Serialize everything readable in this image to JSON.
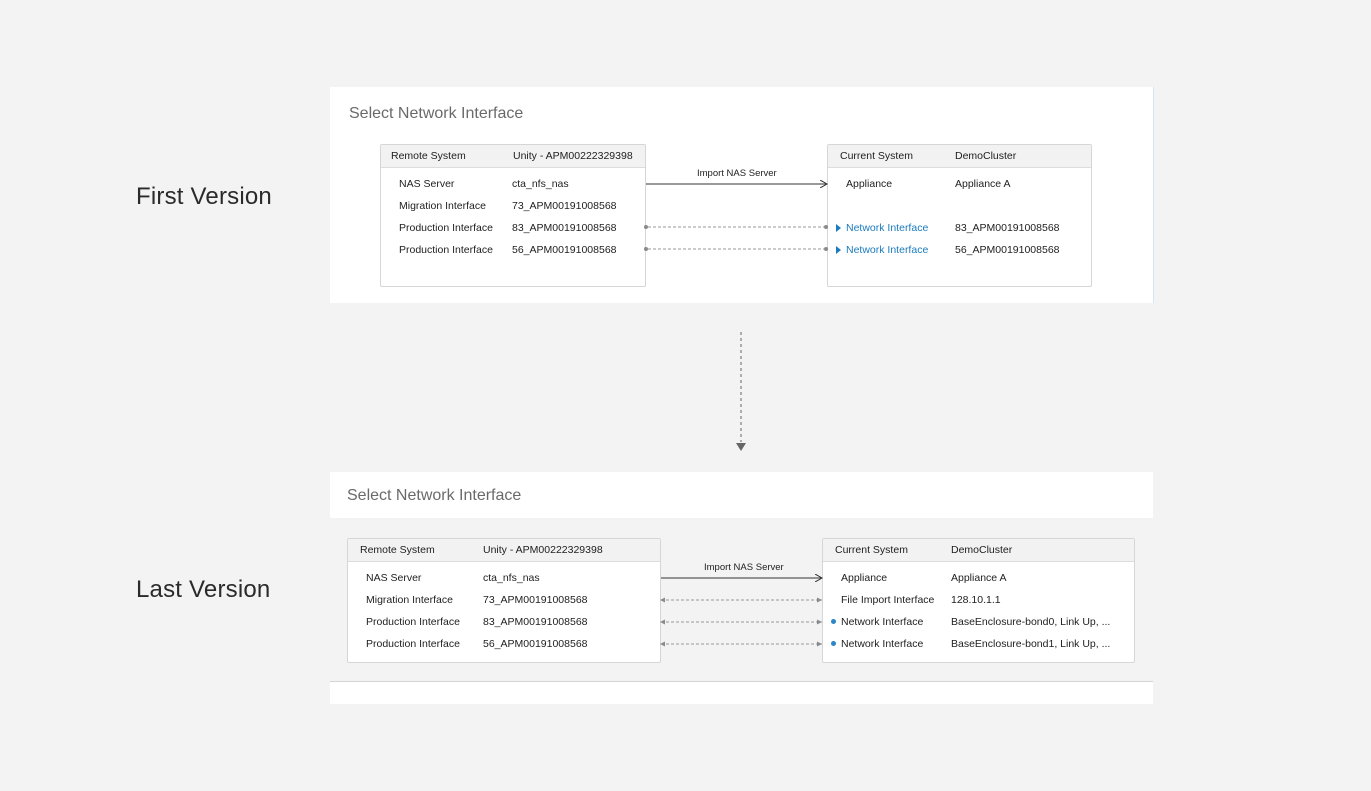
{
  "first": {
    "version_label": "First Version",
    "panel_title": "Select Network Interface",
    "remote": {
      "header_key": "Remote System",
      "header_value": "Unity - APM00222329398",
      "rows": [
        {
          "label": "NAS Server",
          "value": "cta_nfs_nas"
        },
        {
          "label": "Migration Interface",
          "value": "73_APM00191008568"
        },
        {
          "label": "Production Interface",
          "value": "83_APM00191008568"
        },
        {
          "label": "Production Interface",
          "value": "56_APM00191008568"
        }
      ]
    },
    "connector_label": "Import NAS Server",
    "current": {
      "header_key": "Current System",
      "header_value": "DemoCluster",
      "rows": [
        {
          "label": "Appliance",
          "value": "Appliance A"
        },
        {
          "label": "Network Interface",
          "value": "83_APM00191008568"
        },
        {
          "label": "Network Interface",
          "value": "56_APM00191008568"
        }
      ]
    }
  },
  "last": {
    "version_label": "Last Version",
    "panel_title": "Select Network Interface",
    "remote": {
      "header_key": "Remote System",
      "header_value": "Unity - APM00222329398",
      "rows": [
        {
          "label": "NAS Server",
          "value": "cta_nfs_nas"
        },
        {
          "label": "Migration Interface",
          "value": "73_APM00191008568"
        },
        {
          "label": "Production Interface",
          "value": "83_APM00191008568"
        },
        {
          "label": "Production Interface",
          "value": "56_APM00191008568"
        }
      ]
    },
    "connector_label": "Import NAS Server",
    "current": {
      "header_key": "Current System",
      "header_value": "DemoCluster",
      "rows": [
        {
          "label": "Appliance",
          "value": "Appliance A"
        },
        {
          "label": "File Import Interface",
          "value": "128.10.1.1"
        },
        {
          "label": "Network Interface",
          "value": "BaseEnclosure-bond0, Link Up, ..."
        },
        {
          "label": "Network Interface",
          "value": "BaseEnclosure-bond1, Link Up, ..."
        }
      ]
    }
  },
  "colors": {
    "page_bg": "#f3f3f3",
    "link_blue": "#1a7bbf",
    "connector_gray": "#8a8a8a"
  }
}
